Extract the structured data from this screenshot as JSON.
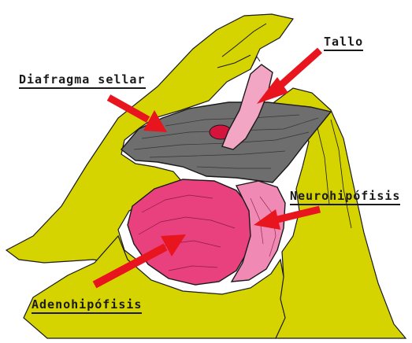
{
  "figure": {
    "labels": {
      "stalk": "Tallo",
      "diaphragm": "Diafragma sellar",
      "neurohypophysis": "Neurohipófisis",
      "adenohypophysis": "Adenohipófisis"
    },
    "colors": {
      "bone": "#d6d400",
      "diaphragm": "#6e6e6e",
      "adenohypophysis": "#e9417e",
      "neurohypophysis": "#f08ab4",
      "stalk": "#f3a6c4",
      "arrow": "#e8141e",
      "outline": "#1a1a1a"
    }
  }
}
